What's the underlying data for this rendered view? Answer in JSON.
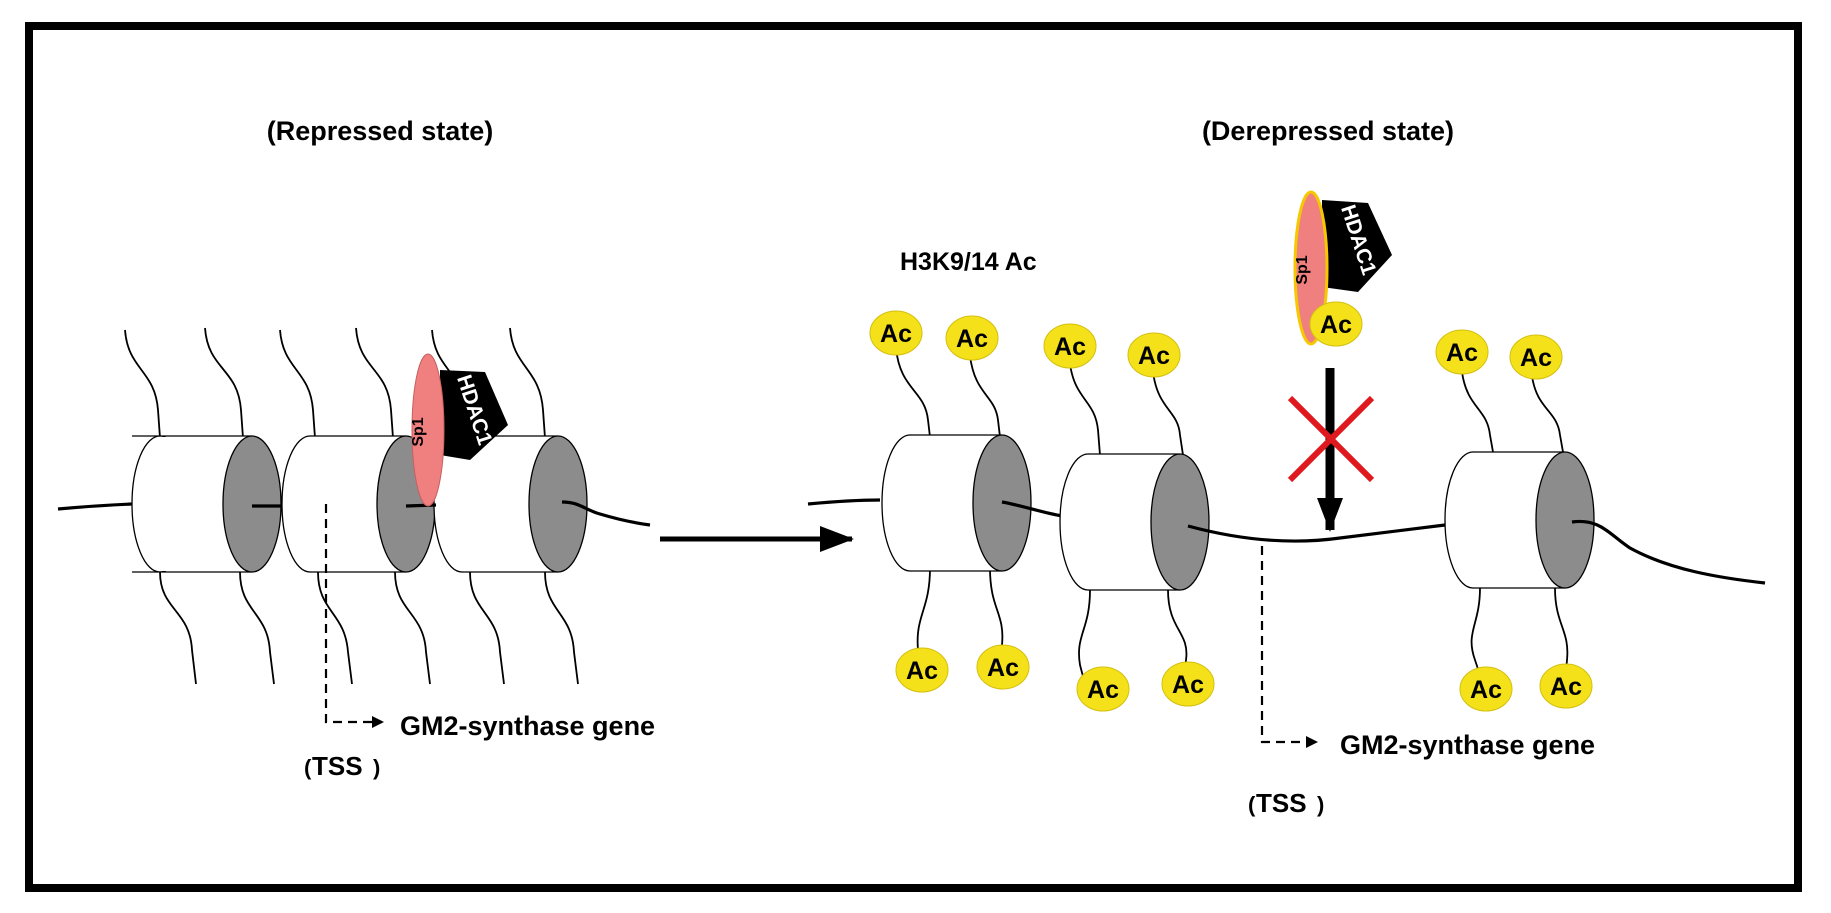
{
  "colors": {
    "border": "#000000",
    "nucleosome_body": "#ffffff",
    "nucleosome_face": "#8c8c8c",
    "sp1": "#f08080",
    "hdac1": "#000000",
    "acetyl": "#f5e11a",
    "blocked_cross": "#e0191f"
  },
  "repressed": {
    "title": "(Repressed state)",
    "gene_label": "GM2-synthase gene",
    "tss_label": "TSS",
    "sp1_label": "Sp1",
    "hdac1_label": "HDAC1"
  },
  "derepressed": {
    "title": "(Derepressed state)",
    "mark_label": "H3K9/14 Ac",
    "gene_label": "GM2-synthase gene",
    "tss_label": "TSS",
    "sp1_label": "Sp1",
    "hdac1_label": "HDAC1",
    "ac_label": "Ac"
  }
}
